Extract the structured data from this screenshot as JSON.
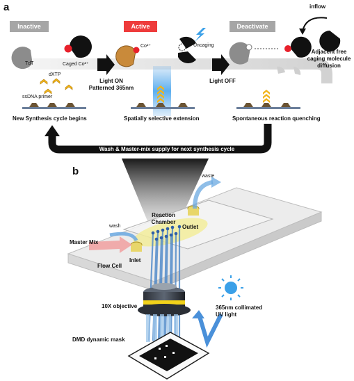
{
  "panel_a": {
    "letter": "a",
    "states": {
      "inactive": "Inactive",
      "active": "Active",
      "deactivate": "Deactivate"
    },
    "labels": {
      "tdt": "TdT",
      "caged_co": "Caged Co²⁺",
      "dxtp": "dXTP",
      "ssdna": "ssDNA primer",
      "co_ion": "Co²⁺",
      "uncaging": "Uncaging",
      "inflow": "inflow",
      "adjacent": "Adjacent free caging molecule diffusion",
      "light_on": "Light ON",
      "patterned": "Patterned 365nm",
      "light_off": "Light OFF",
      "new_cycle": "New Synthesis cycle begins",
      "selective": "Spatially selective extension",
      "quenching": "Spontaneous reaction quenching",
      "wash_loop": "Wash & Master-mix supply for next synthesis cycle"
    },
    "colors": {
      "inactive_tag": "#a6a6a6",
      "active_tag": "#ee3b3b",
      "deactivate_tag": "#a6a6a6",
      "loop": "#111111",
      "cage": "#e8431c",
      "tdt_active": "#c98a3a",
      "dxtp": "#f2b51a"
    }
  },
  "panel_b": {
    "letter": "b",
    "labels": {
      "waste": "waste",
      "reaction_chamber": "Reaction Chamber",
      "wash": "wash",
      "outlet": "Outlet",
      "master_mix": "Master Mix",
      "inlet": "Inlet",
      "flow_cell": "Flow Cell",
      "objective": "10X objective",
      "uv_light": "365nm collimated UV light",
      "dmd": "DMD dynamic mask"
    },
    "colors": {
      "beam": "#4a86c8",
      "master_mix_arrow": "#e88080",
      "chamber": "#f2ec9a",
      "uv_arrow": "#4a90d9",
      "sun": "#3aa0e8"
    }
  }
}
